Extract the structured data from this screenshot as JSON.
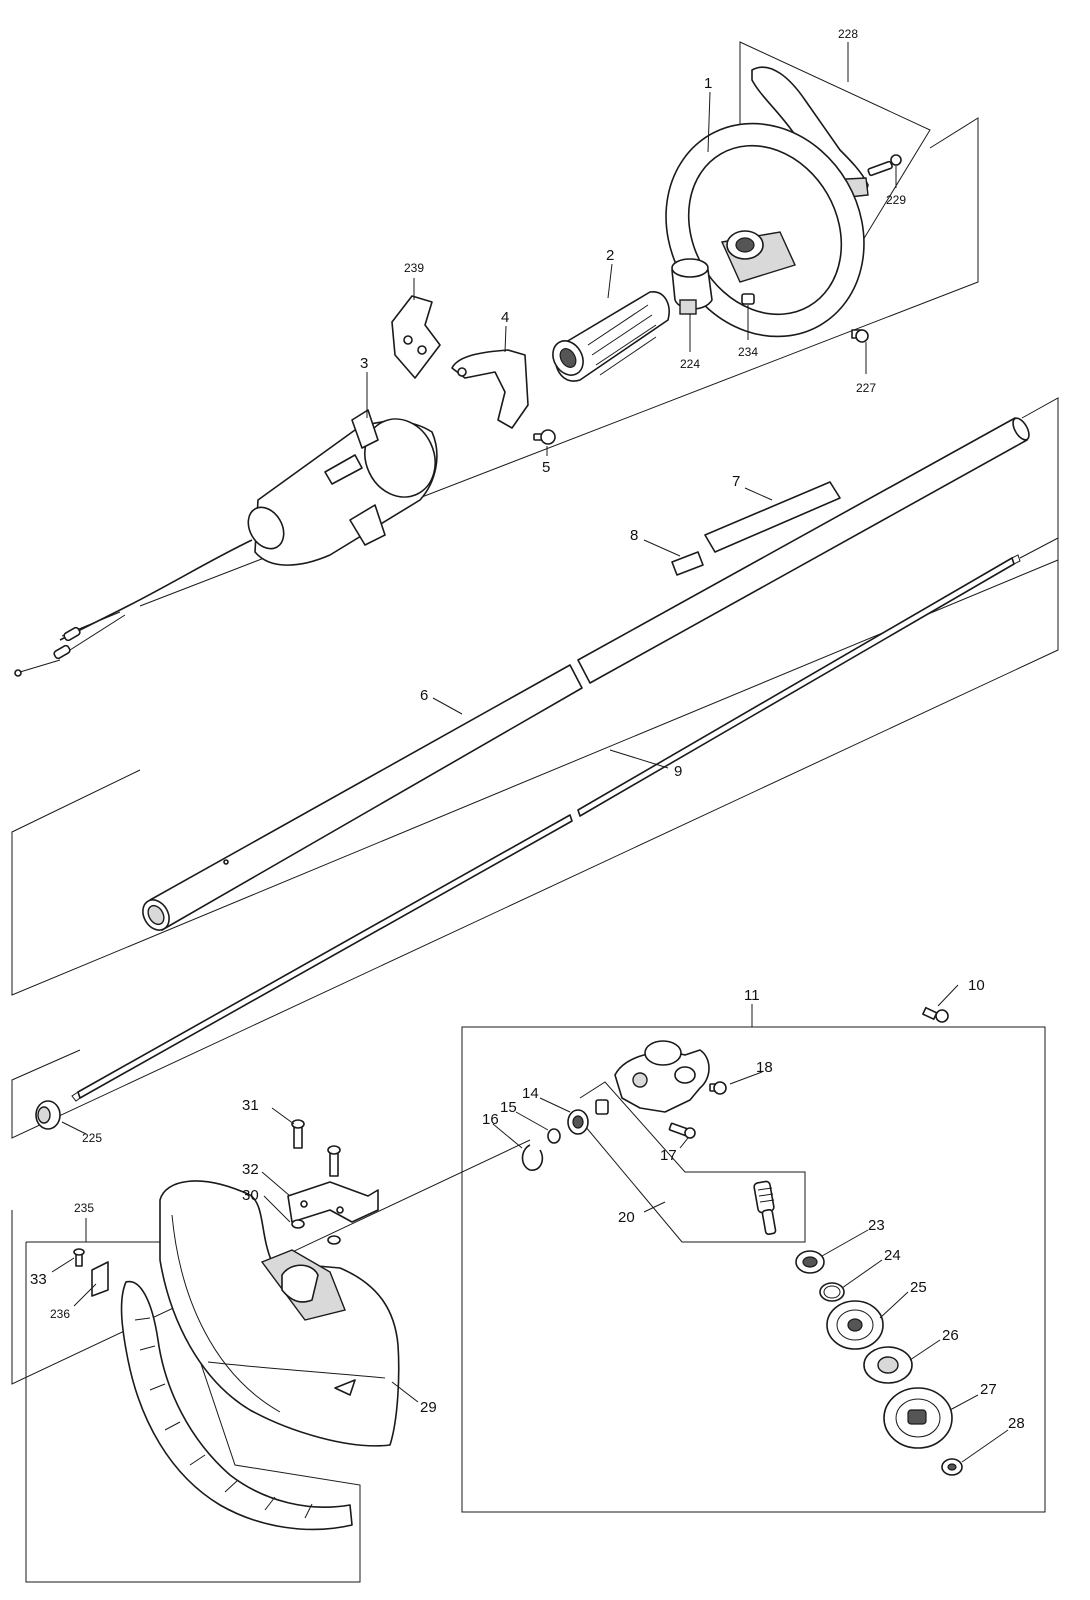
{
  "diagram": {
    "callouts": {
      "c1": "1",
      "c2": "2",
      "c3": "3",
      "c4": "4",
      "c5": "5",
      "c6": "6",
      "c7": "7",
      "c8": "8",
      "c9": "9",
      "c10": "10",
      "c11": "11",
      "c14": "14",
      "c15": "15",
      "c16": "16",
      "c17": "17",
      "c18": "18",
      "c20": "20",
      "c23": "23",
      "c24": "24",
      "c25": "25",
      "c26": "26",
      "c27": "27",
      "c28": "28",
      "c29": "29",
      "c30": "30",
      "c31": "31",
      "c32": "32",
      "c33": "33",
      "c224": "224",
      "c225": "225",
      "c227": "227",
      "c228": "228",
      "c229": "229",
      "c234": "234",
      "c235": "235",
      "c236": "236",
      "c239": "239"
    }
  }
}
